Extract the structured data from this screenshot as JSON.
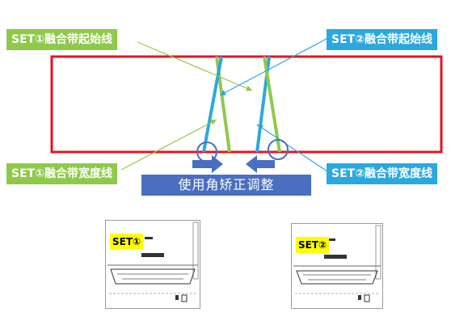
{
  "labels": {
    "set1_start": "SET①融合带起始线",
    "set2_start": "SET②融合带起始线",
    "set1_width": "SET①融合带宽度线",
    "set2_width": "SET②融合带宽度线"
  },
  "banner": "使用角矫正调整",
  "projectors": [
    {
      "badge": "SET①"
    },
    {
      "badge": "SET②"
    }
  ],
  "colors": {
    "frame": "#e3141d",
    "set1": "#8fc94a",
    "set2": "#2aa8e0",
    "banner": "#4a6fc1",
    "badge": "#ffff00"
  }
}
